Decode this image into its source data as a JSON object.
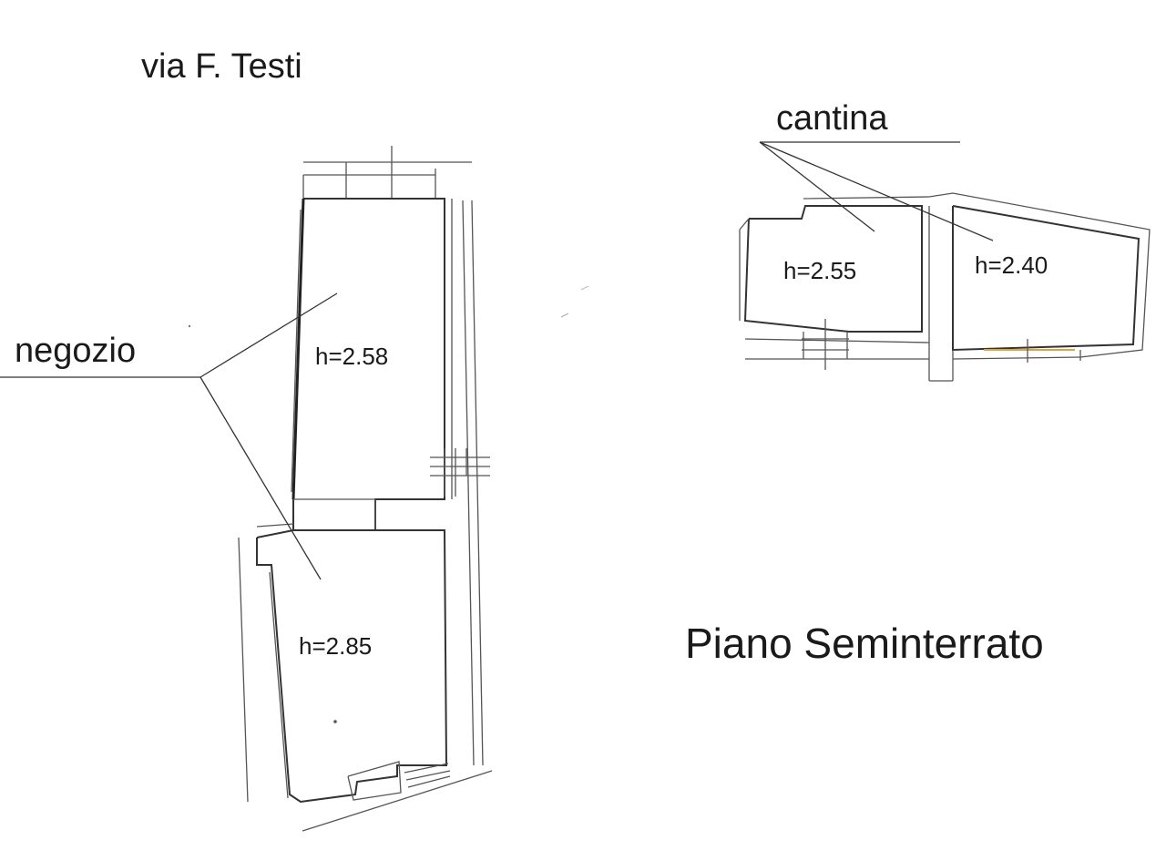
{
  "street_label": "via F. Testi",
  "floor_label": "Piano Seminterrato",
  "labels": {
    "negozio": "negozio",
    "cantina": "cantina"
  },
  "rooms": {
    "shop_upper_height": "h=2.58",
    "shop_lower_height": "h=2.85",
    "cellar_left_height": "h=2.55",
    "cellar_right_height": "h=2.40"
  },
  "colors": {
    "lines": "#333333",
    "accent": "#d9a441"
  }
}
